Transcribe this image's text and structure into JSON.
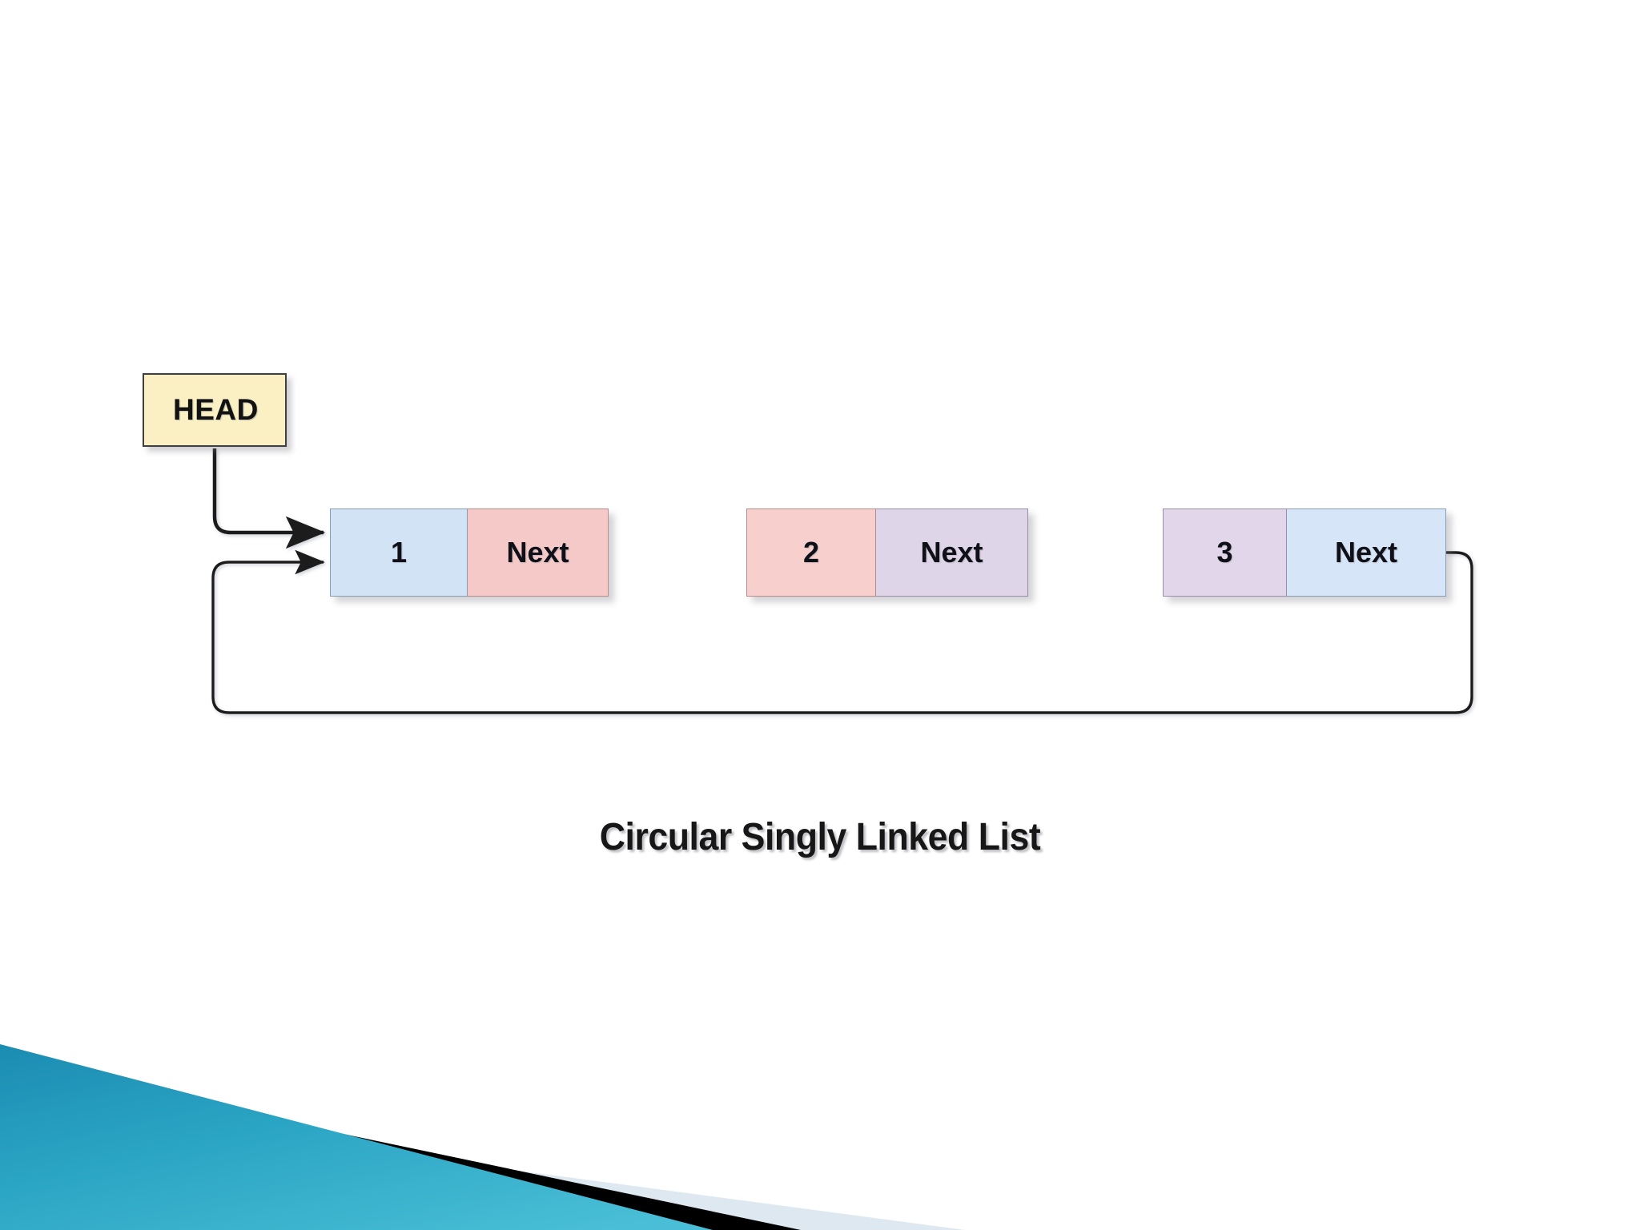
{
  "slide": {
    "background_color": "#ffffff",
    "caption": "Circular Singly Linked List"
  },
  "head": {
    "label": "HEAD",
    "fill_color": "#faf0c4",
    "border_color": "#3f3f3f"
  },
  "diagram": {
    "type": "circular-singly-linked-list",
    "node_count": 3,
    "nodes": [
      {
        "data_value": "1",
        "next_label": "Next",
        "data_fill": "#d3e3f6",
        "next_fill": "#f5c9c7"
      },
      {
        "data_value": "2",
        "next_label": "Next",
        "data_fill": "#f7cfcc",
        "next_fill": "#ded5e8"
      },
      {
        "data_value": "3",
        "next_label": "Next",
        "data_fill": "#e2d7ea",
        "next_fill": "#d6e5f7"
      }
    ],
    "connectors": [
      {
        "name": "head-to-node-1",
        "kind": "elbow-arrow"
      },
      {
        "name": "node-1-to-node-2",
        "kind": "straight-arrow"
      },
      {
        "name": "node-2-to-node-3",
        "kind": "straight-arrow"
      },
      {
        "name": "node-3-back-to-node-1",
        "kind": "loop-arrow"
      }
    ],
    "line_color": "#1a1a1a"
  },
  "decoration": {
    "name": "bottom-left-diagonal-bands",
    "teal_start": "#1a8fb5",
    "teal_end": "#3fb6cf",
    "black": "#000000",
    "pale_blue": "#dfe8f0"
  }
}
